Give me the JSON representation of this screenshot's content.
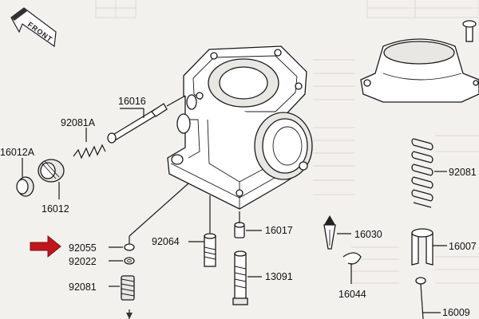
{
  "orientation": {
    "label": "FRONT"
  },
  "callouts": [
    {
      "id": "16016",
      "text": "16016"
    },
    {
      "id": "92081A",
      "text": "92081A"
    },
    {
      "id": "16012A",
      "text": "16012A"
    },
    {
      "id": "16012",
      "text": "16012"
    },
    {
      "id": "92055",
      "text": "92055",
      "highlighted": true
    },
    {
      "id": "92022",
      "text": "92022"
    },
    {
      "id": "92081-left",
      "text": "92081"
    },
    {
      "id": "92064",
      "text": "92064"
    },
    {
      "id": "16017",
      "text": "16017"
    },
    {
      "id": "13091",
      "text": "13091"
    },
    {
      "id": "16030",
      "text": "16030"
    },
    {
      "id": "16044",
      "text": "16044"
    },
    {
      "id": "92081-right",
      "text": "92081"
    },
    {
      "id": "16007",
      "text": "16007"
    },
    {
      "id": "16009",
      "text": "16009"
    }
  ],
  "pointer": {
    "color": "#c0171c"
  }
}
